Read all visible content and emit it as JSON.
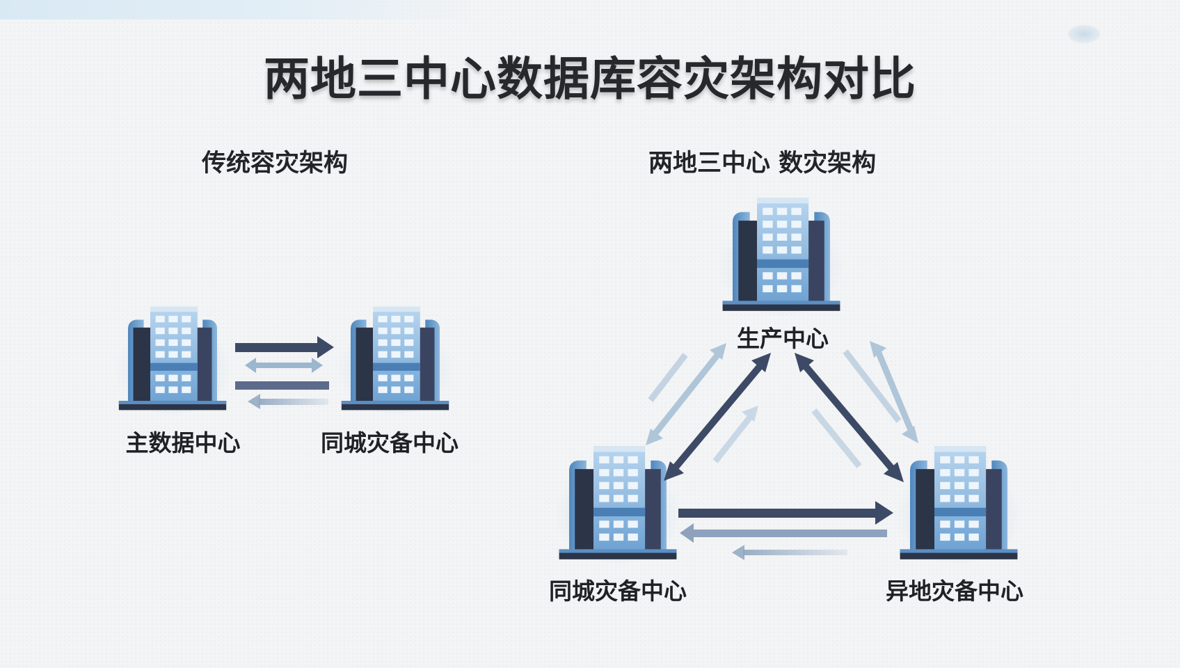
{
  "title": "两地三中心数据库容灾架构对比",
  "traditional": {
    "heading": "传统容灾架构",
    "nodes": {
      "primary": "主数据中心",
      "same_city": "同城灾备中心"
    }
  },
  "three_center": {
    "heading": "两地三中心 数灾架构",
    "nodes": {
      "production": "生产中心",
      "same_city": "同城灾备中心",
      "remote": "异地灾备中心"
    }
  },
  "colors": {
    "arrow_dark": "#3c4a66",
    "arrow_mid": "#56698e",
    "arrow_light": "#9db6cf",
    "building_blue": "#5b93c7",
    "building_dark": "#2c3447"
  },
  "icons": [
    "building-icon",
    "double-arrow-icon",
    "arrow-icon"
  ]
}
